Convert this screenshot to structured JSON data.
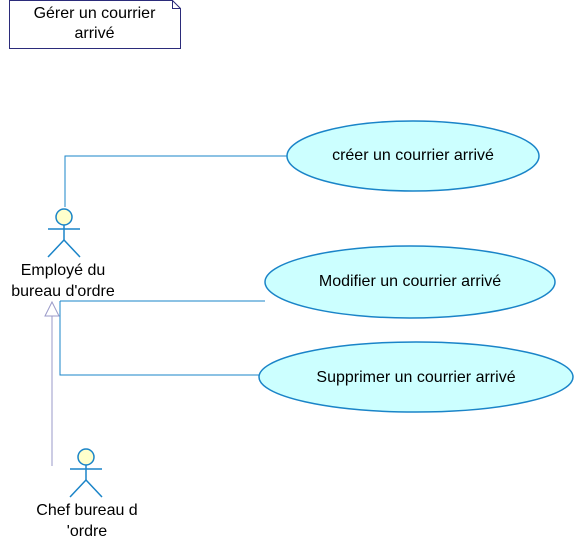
{
  "note": {
    "line1": "Gérer un courrier",
    "line2": "arrivé"
  },
  "actors": [
    {
      "line1": "Employé du",
      "line2": "bureau d'ordre"
    },
    {
      "line1": "Chef bureau d",
      "line2": "'ordre"
    }
  ],
  "use_cases": [
    {
      "label": "créer un courrier arrivé"
    },
    {
      "label": "Modifier  un courrier arrivé"
    },
    {
      "label": "Supprimer  un courrier arrivé"
    }
  ],
  "colors": {
    "usecase_fill": "#ccffff",
    "usecase_stroke": "#1a84c8",
    "association_line": "#1a84c8",
    "actor_stroke": "#1a84c8",
    "actor_head_fill": "#ffffcc",
    "generalization_line": "#9a9ac8",
    "note_border": "#2b2b7a"
  }
}
